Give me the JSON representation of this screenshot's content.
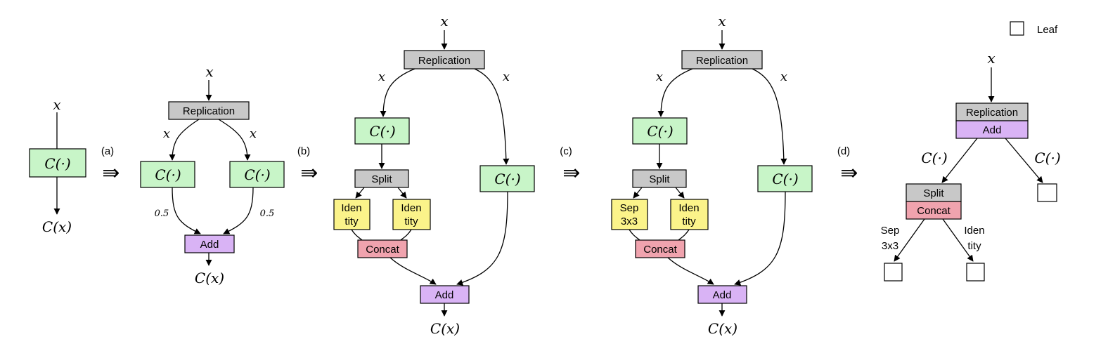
{
  "colors": {
    "green": "#c8f5c8",
    "gray": "#c8c8c8",
    "purple": "#d9b3f5",
    "yellow": "#fbf38a",
    "pink": "#f0a3ae",
    "white": "#ffffff"
  },
  "labels": {
    "x": "x",
    "cdot": "C(·)",
    "cx": "C(x)",
    "replication": "Replication",
    "add": "Add",
    "split": "Split",
    "concat": "Concat",
    "identity_l1": "Iden",
    "identity_l2": "tity",
    "sep_l1": "Sep",
    "sep_l2": "3x3",
    "weight": "0.5",
    "leaf": "Leaf"
  },
  "steps": {
    "a": "(a)",
    "b": "(b)",
    "c": "(c)",
    "d": "(d)"
  },
  "arrow_glyph": "⇛"
}
